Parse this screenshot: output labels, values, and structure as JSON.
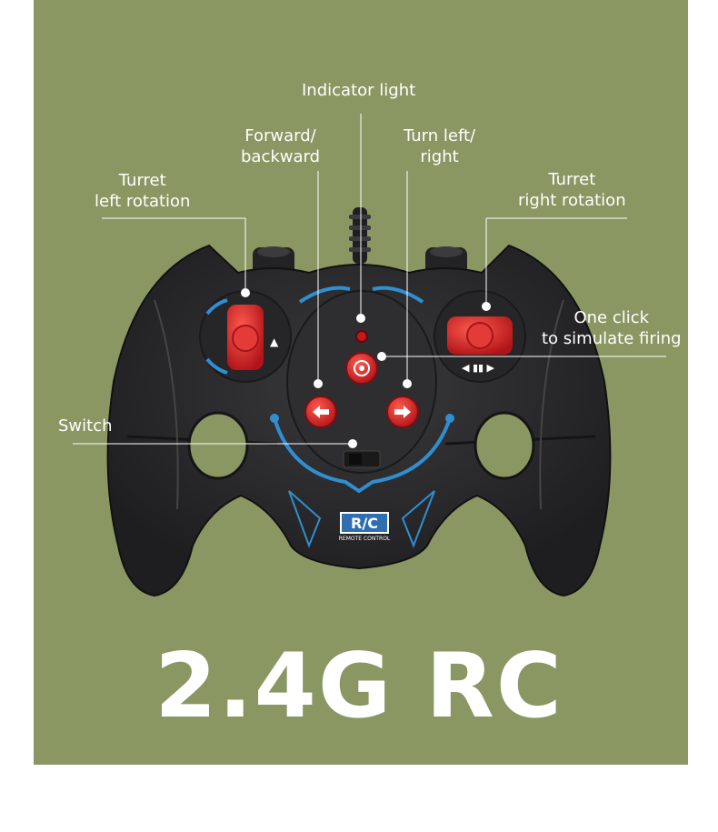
{
  "colors": {
    "background": "#8a9763",
    "controller_body": "#2b2b2d",
    "accent_blue": "#2f8fd0",
    "button_red": "#d8262b",
    "text": "#ffffff"
  },
  "callouts": {
    "indicator_light": [
      "Indicator light"
    ],
    "forward_backward": [
      "Forward/",
      "backward"
    ],
    "turn_left_right": [
      "Turn left/",
      "right"
    ],
    "turret_left": [
      "Turret",
      "left rotation"
    ],
    "turret_right": [
      "Turret",
      "right rotation"
    ],
    "fire": [
      "One click",
      "to simulate firing"
    ],
    "switch": [
      "Switch"
    ]
  },
  "logo_text": "R/C",
  "logo_subtext": "REMOTE CONTROL",
  "title": "2.4G RC"
}
